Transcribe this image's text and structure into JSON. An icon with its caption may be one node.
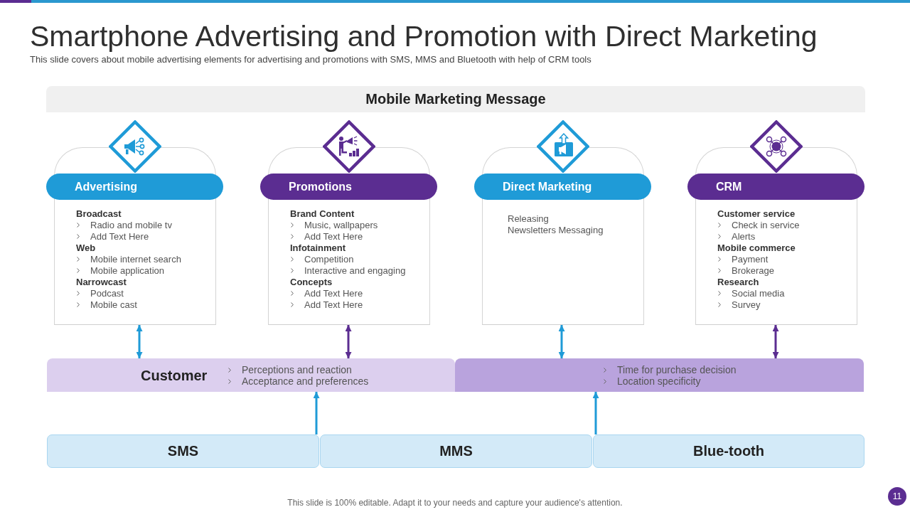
{
  "diagram": {
    "title": "Smartphone Advertising and Promotion with Direct Marketing",
    "nodes": [
      {
        "text": [
          "Mobile Marketing Message"
        ]
      },
      {
        "text": [
          "Advertising",
          "Broadcast",
          "Radio and mobile tv",
          "Add Text Here",
          "Web",
          "Mobile internet search",
          "Mobile application",
          "Narrowcast",
          "Podcast",
          "Mobile cast"
        ]
      },
      {
        "text": [
          "Promotions",
          "Brand Content",
          "Music, wallpapers",
          "Add Text Here",
          "Infotainment",
          "Competition",
          "Interactive and engaging",
          "Concepts",
          "Add Text Here",
          "Add Text Here"
        ]
      },
      {
        "text": [
          "Direct Marketing",
          "Releasing",
          "Newsletters Messaging"
        ]
      },
      {
        "text": [
          "CRM",
          "Customer service",
          "Check in service",
          "Alerts",
          "Mobile commerce",
          "Payment",
          "Brokerage",
          "Research",
          "Social media",
          "Survey"
        ]
      },
      {
        "text": [
          "Customer",
          "Perceptions and reaction",
          "Acceptance and preferences"
        ]
      },
      {
        "text": [
          "Time for purchase decision",
          "Location specificity"
        ]
      },
      {
        "text": [
          "SMS"
        ]
      },
      {
        "text": [
          "MMS"
        ]
      },
      {
        "text": [
          "Blue-tooth"
        ]
      }
    ],
    "edges": [
      {
        "from": 1,
        "to": 5,
        "arrow": "both"
      },
      {
        "from": 2,
        "to": 5,
        "arrow": "both",
        "color": "#5b2d91"
      },
      {
        "from": 3,
        "to": 6,
        "arrow": "both"
      },
      {
        "from": 4,
        "to": 6,
        "arrow": "both",
        "color": "#5b2d91"
      },
      {
        "from": 7,
        "to": 5,
        "arrow": "to"
      },
      {
        "from": 9,
        "to": 6,
        "arrow": "to"
      }
    ],
    "labels": [
      "This slide covers about mobile advertising elements for advertising and promotions with SMS, MMS and Bluetooth with help of CRM tools",
      "This slide is 100% editable. Adapt it to your needs and capture your audience's attention.",
      "11"
    ]
  }
}
